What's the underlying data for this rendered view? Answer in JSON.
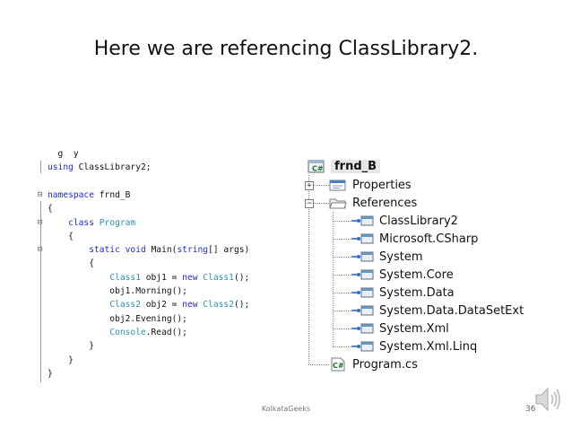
{
  "slide": {
    "title": "Here we are referencing ClassLibrary2.",
    "footer": "KolkataGeeks",
    "page_number": "36"
  },
  "code": {
    "lines": [
      {
        "gutter": "",
        "tokens": [
          {
            "t": "  g  y",
            "c": "txt"
          }
        ]
      },
      {
        "gutter": "",
        "tokens": [
          {
            "t": "using ",
            "c": "kw"
          },
          {
            "t": "ClassLibrary2;",
            "c": "txt"
          }
        ]
      },
      {
        "gutter": "",
        "tokens": []
      },
      {
        "gutter": "⊟",
        "tokens": [
          {
            "t": "namespace ",
            "c": "kw"
          },
          {
            "t": "frnd_B",
            "c": "txt"
          }
        ]
      },
      {
        "gutter": "",
        "tokens": [
          {
            "t": "{",
            "c": "txt"
          }
        ]
      },
      {
        "gutter": "⊟",
        "tokens": [
          {
            "t": "    class ",
            "c": "kw"
          },
          {
            "t": "Program",
            "c": "ty"
          }
        ]
      },
      {
        "gutter": "",
        "tokens": [
          {
            "t": "    {",
            "c": "txt"
          }
        ]
      },
      {
        "gutter": "⊟",
        "tokens": [
          {
            "t": "        static void ",
            "c": "kw"
          },
          {
            "t": "Main(",
            "c": "txt"
          },
          {
            "t": "string",
            "c": "kw"
          },
          {
            "t": "[] args)",
            "c": "txt"
          }
        ]
      },
      {
        "gutter": "",
        "tokens": [
          {
            "t": "        {",
            "c": "txt"
          }
        ]
      },
      {
        "gutter": "",
        "tokens": [
          {
            "t": "            ",
            "c": "txt"
          },
          {
            "t": "Class1",
            "c": "ty"
          },
          {
            "t": " obj1 = ",
            "c": "txt"
          },
          {
            "t": "new ",
            "c": "kw"
          },
          {
            "t": "Class1",
            "c": "ty"
          },
          {
            "t": "();",
            "c": "txt"
          }
        ]
      },
      {
        "gutter": "",
        "tokens": [
          {
            "t": "            obj1.Morning();",
            "c": "txt"
          }
        ]
      },
      {
        "gutter": "",
        "tokens": [
          {
            "t": "            ",
            "c": "txt"
          },
          {
            "t": "Class2",
            "c": "ty"
          },
          {
            "t": " obj2 = ",
            "c": "txt"
          },
          {
            "t": "new ",
            "c": "kw"
          },
          {
            "t": "Class2",
            "c": "ty"
          },
          {
            "t": "();",
            "c": "txt"
          }
        ]
      },
      {
        "gutter": "",
        "tokens": [
          {
            "t": "            obj2.Evening();",
            "c": "txt"
          }
        ]
      },
      {
        "gutter": "",
        "tokens": [
          {
            "t": "            ",
            "c": "txt"
          },
          {
            "t": "Console",
            "c": "ty"
          },
          {
            "t": ".Read();",
            "c": "txt"
          }
        ]
      },
      {
        "gutter": "",
        "tokens": [
          {
            "t": "        }",
            "c": "txt"
          }
        ]
      },
      {
        "gutter": "",
        "tokens": [
          {
            "t": "    }",
            "c": "txt"
          }
        ]
      },
      {
        "gutter": "",
        "tokens": [
          {
            "t": "}",
            "c": "txt"
          }
        ]
      }
    ]
  },
  "solution_tree": {
    "project": {
      "label": "frnd_B",
      "icon": "csharp-project-icon"
    },
    "properties": {
      "label": "Properties",
      "icon": "properties-icon"
    },
    "references": {
      "label": "References",
      "icon": "folder-icon"
    },
    "reference_items": [
      "ClassLibrary2",
      "Microsoft.CSharp",
      "System",
      "System.Core",
      "System.Data",
      "System.Data.DataSetExt",
      "System.Xml",
      "System.Xml.Linq"
    ],
    "file": {
      "label": "Program.cs",
      "icon": "csharp-file-icon"
    }
  },
  "colors": {
    "keyword": "#1f2be0",
    "type": "#2b91af",
    "text": "#111111"
  }
}
